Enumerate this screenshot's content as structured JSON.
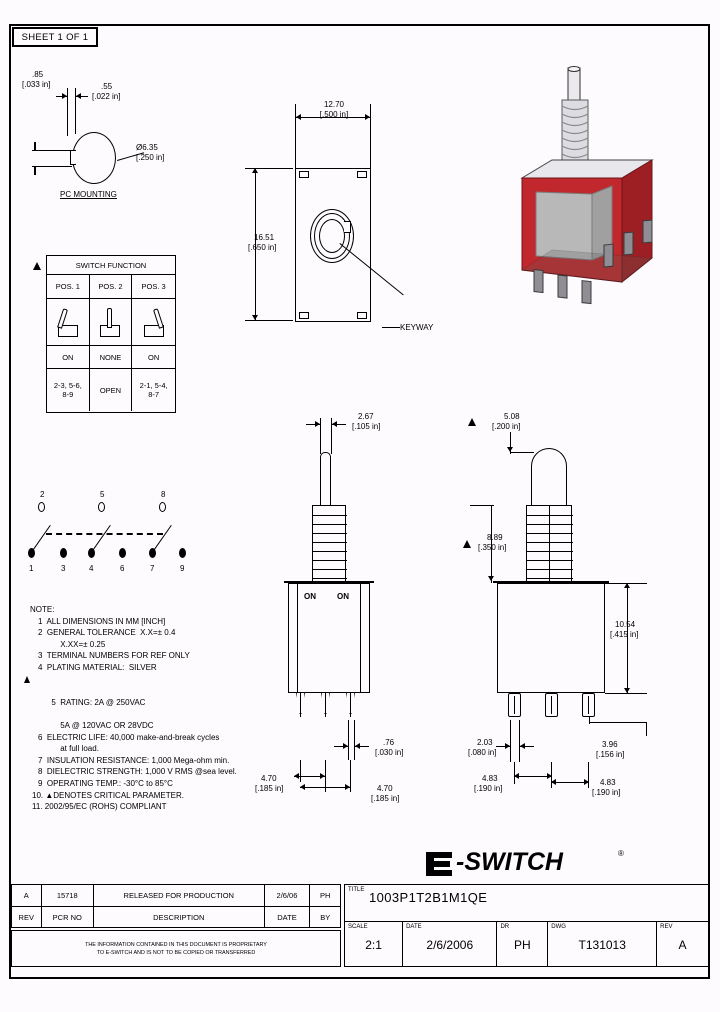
{
  "sheet": {
    "label": "SHEET 1 OF 1"
  },
  "pc_mounting": {
    "caption": "PC MOUNTING",
    "dim_085_mm": ".85",
    "dim_085_in": "[.033 in]",
    "dim_055_mm": ".55",
    "dim_055_in": "[.022 in]",
    "dia_mm": "Ø6.35",
    "dia_in": "[.250 in]"
  },
  "function_table": {
    "title": "SWITCH FUNCTION",
    "positions": [
      "POS. 1",
      "POS. 2",
      "POS. 3"
    ],
    "states": [
      "ON",
      "NONE",
      "ON"
    ],
    "circuits": [
      "2-3, 5-6,\n8-9",
      "OPEN",
      "2-1, 5-4,\n8-7"
    ],
    "critical_marker": "▲"
  },
  "schematic": {
    "top_terminals": [
      "2",
      "5",
      "8"
    ],
    "bottom_terminals": [
      "1",
      "3",
      "4",
      "6",
      "7",
      "9"
    ]
  },
  "notes": {
    "heading": "NOTE:",
    "items": [
      "1  ALL DIMENSIONS IN MM [INCH]",
      "2  GENERAL TOLERANCE  X.X=± 0.4",
      "          X.XX=± 0.25",
      "3  TERMINAL NUMBERS FOR REF ONLY",
      "4  PLATING MATERIAL:  SILVER",
      "5  RATING: 2A @ 250VAC",
      "          5A @ 120VAC OR 28VDC",
      "6  ELECTRIC LIFE: 40,000 make-and-break cycles",
      "          at full load.",
      "7  INSULATION RESISTANCE: 1,000 Mega-ohm min.",
      "8  DIELECTRIC STRENGTH: 1,000 V RMS @sea level.",
      "9  OPERATING TEMP.: -30°C to 85°C",
      "10. ▲DENOTES CRITICAL PARAMETER.",
      "11. 2002/95/EC (ROHS) COMPLIANT"
    ]
  },
  "dimensions": {
    "top_width_mm": "12.70",
    "top_width_in": "[.500 in]",
    "top_height_mm": "16.51",
    "top_height_in": "[.650 in]",
    "keyway_label": "KEYWAY",
    "front_lever_w_mm": "2.67",
    "front_lever_w_in": "[.105 in]",
    "front_term_thk_mm": ".76",
    "front_term_thk_in": "[.030 in]",
    "front_pitch1_mm": "4.70",
    "front_pitch1_in": "[.185 in]",
    "front_pitch2_mm": "4.70",
    "front_pitch2_in": "[.185 in]",
    "side_lever_mm": "5.08",
    "side_lever_in": "[.200 in]",
    "side_bush_mm": "8.89",
    "side_bush_in": "[.350 in]",
    "side_body_mm": "10.54",
    "side_body_in": "[.415 in]",
    "side_term_w_mm": "2.03",
    "side_term_w_in": "[.080 in]",
    "side_term_l_mm": "3.96",
    "side_term_l_in": "[.156 in]",
    "side_pitch1_mm": "4.83",
    "side_pitch1_in": "[.190 in]",
    "side_pitch2_mm": "4.83",
    "side_pitch2_in": "[.190 in]",
    "on_mark_left": "ON",
    "on_mark_right": "ON"
  },
  "brand": {
    "name": "E-SWITCH",
    "prefix": "E",
    "suffix": "-SWITCH",
    "registered": "®"
  },
  "revision_table": {
    "headers": [
      "REV",
      "PCR NO",
      "DESCRIPTION",
      "DATE",
      "BY"
    ],
    "rows": [
      [
        "A",
        "15718",
        "RELEASED FOR PRODUCTION",
        "2/6/06",
        "PH"
      ]
    ]
  },
  "disclaimer": {
    "line1": "THE INFORMATION CONTAINED IN THIS DOCUMENT IS PROPRIETARY",
    "line2": "TO E-SWITCH AND IS NOT TO BE COPIED OR TRANSFERRED"
  },
  "title_block": {
    "title_label": "TITLE",
    "title_value": "1003P1T2B1M1QE",
    "fields": [
      {
        "label": "SCALE",
        "value": "2:1"
      },
      {
        "label": "DATE",
        "value": "2/6/2006"
      },
      {
        "label": "DR",
        "value": "PH"
      },
      {
        "label": "DWG",
        "value": "T131013"
      },
      {
        "label": "REV",
        "value": "A"
      }
    ]
  },
  "colors": {
    "body_red": "#c0282d",
    "body_gray": "#b8b8b8",
    "paper": "#fdfbfd",
    "ink": "#000000"
  }
}
